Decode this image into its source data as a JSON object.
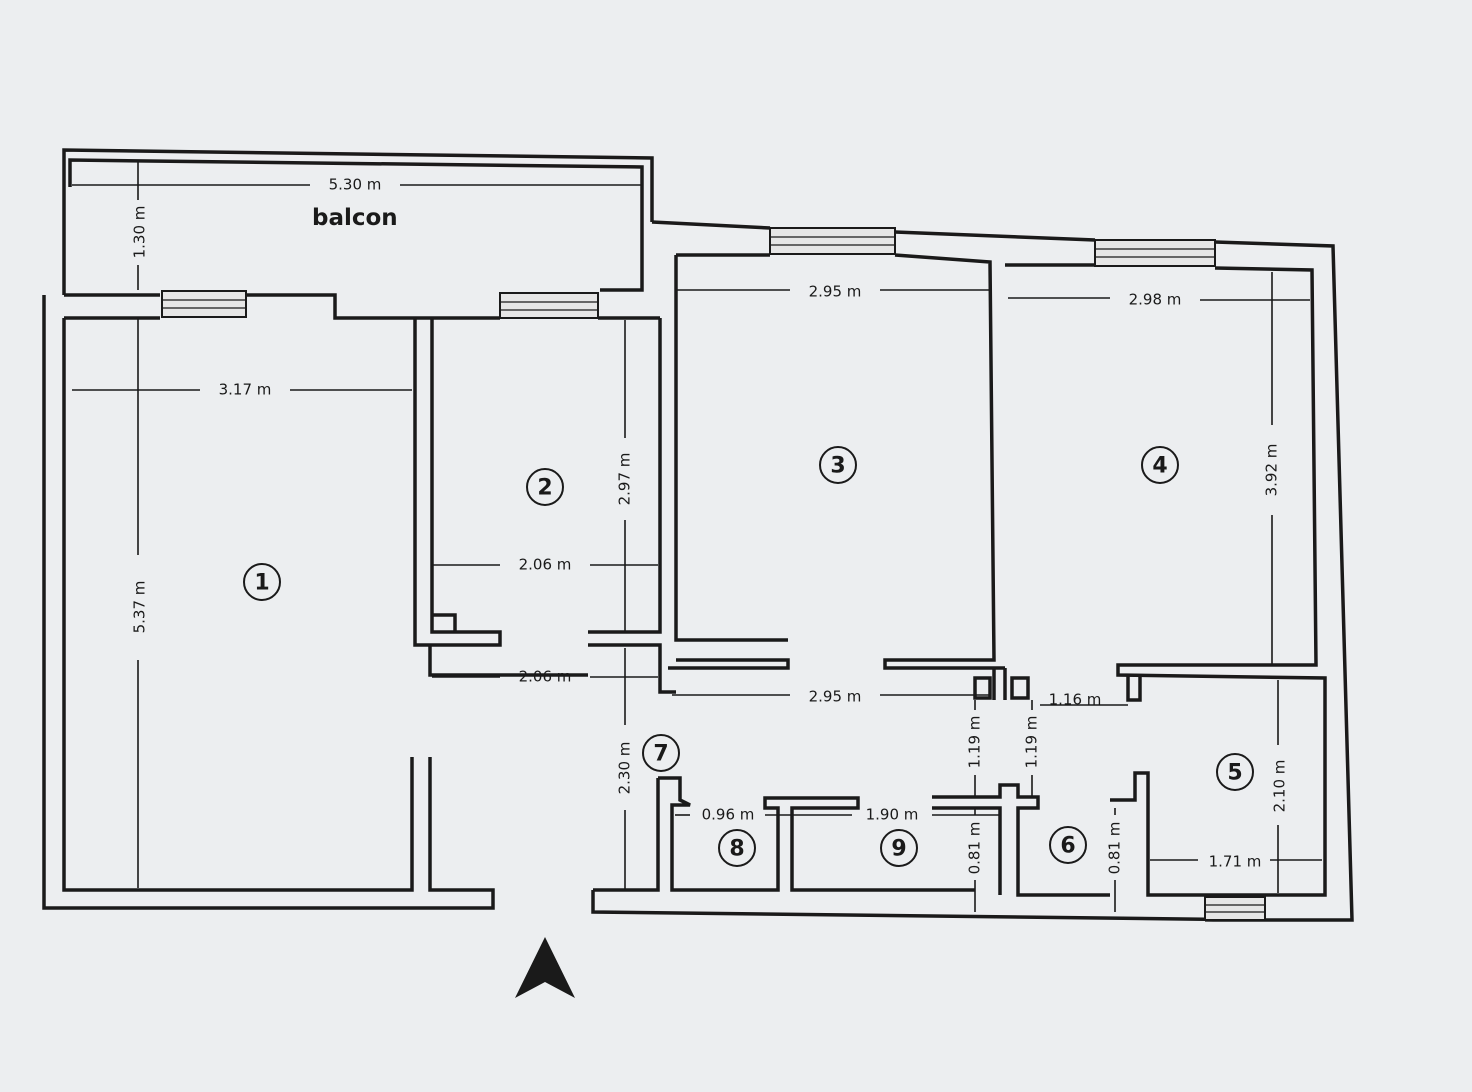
{
  "rooms": [
    {
      "id": "1",
      "label": "1"
    },
    {
      "id": "2",
      "label": "2"
    },
    {
      "id": "3",
      "label": "3"
    },
    {
      "id": "4",
      "label": "4"
    },
    {
      "id": "5",
      "label": "5"
    },
    {
      "id": "6",
      "label": "6"
    },
    {
      "id": "7",
      "label": "7"
    },
    {
      "id": "8",
      "label": "8"
    },
    {
      "id": "9",
      "label": "9"
    }
  ],
  "balcony": {
    "label": "balcon"
  },
  "dimensions": {
    "balcony_width": "5.30 m",
    "balcony_depth": "1.30 m",
    "room1_width": "3.17 m",
    "room1_length": "5.37 m",
    "room2_width": "2.06 m",
    "room2_length": "2.97 m",
    "hall_width": "2.06 m",
    "room3_width": "2.95 m",
    "room4_width": "2.98 m",
    "room4_length": "3.92 m",
    "hall2_width": "2.95 m",
    "hall_depth": "2.30 m",
    "room8_width": "0.96 m",
    "room9_width": "1.90 m",
    "room9_depth_top": "1.19 m",
    "room9_depth_bottom": "0.81 m",
    "room6_depth_top": "1.19 m",
    "room6_depth_bottom": "0.81 m",
    "passage_width": "1.16 m",
    "room5_depth": "2.10 m",
    "room5_width": "1.71 m"
  },
  "colors": {
    "ink": "#1a1a1a",
    "paper": "#eceef0"
  },
  "icons": {
    "north_arrow": "north-arrow-icon"
  }
}
